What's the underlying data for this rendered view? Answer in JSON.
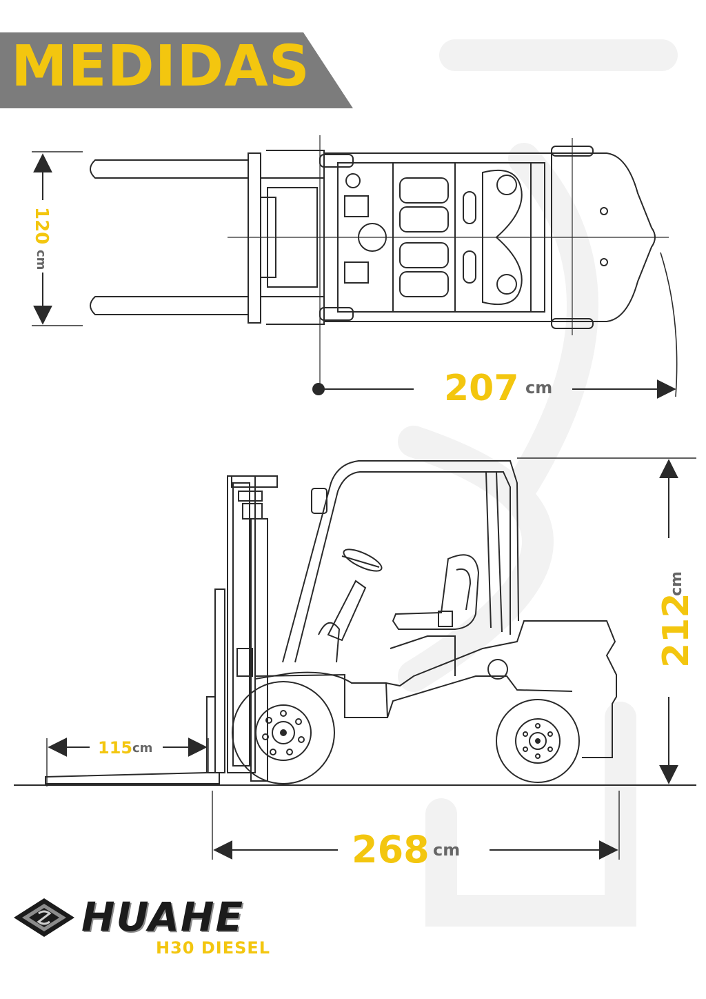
{
  "header": {
    "title": "MEDIDAS"
  },
  "dimensions": {
    "width": {
      "value": "120",
      "unit": "cm"
    },
    "turning_radius": {
      "value": "207",
      "unit": "cm"
    },
    "height": {
      "value": "212",
      "unit": "cm"
    },
    "fork_length": {
      "value": "115",
      "unit": "cm"
    },
    "length": {
      "value": "268",
      "unit": "cm"
    }
  },
  "brand": {
    "name": "HUAHE",
    "model": "H30 DIESEL"
  },
  "colors": {
    "accent": "#f3c60f",
    "banner": "#7c7c7c",
    "line": "#2a2a2a",
    "unit_text": "#666666"
  },
  "icons": [
    "huahe-logo-icon"
  ]
}
